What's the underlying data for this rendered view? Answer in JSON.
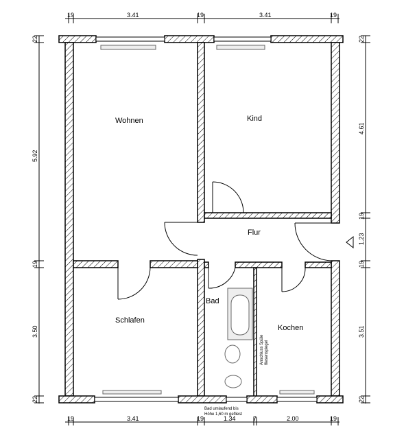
{
  "rooms": {
    "wohnen": "Wohnen",
    "kind": "Kind",
    "flur": "Flur",
    "bad": "Bad",
    "schlafen": "Schlafen",
    "kochen": "Kochen"
  },
  "notes": {
    "bad_line1": "Bad umlaufend bis",
    "bad_line2": "Höhe 1,60 m gefliest",
    "kitchen_line1": "Anschluss Spüle",
    "kitchen_line2": "fliesenspiegel"
  },
  "dimensions": {
    "top": [
      "19",
      "3.41",
      "19",
      "3.41",
      "19"
    ],
    "bottom": [
      "19",
      "3.41",
      "19",
      "1.34",
      "7",
      "2.00",
      "19"
    ],
    "left": [
      "22",
      "5.92",
      "19",
      "3.50",
      "22"
    ],
    "right": [
      "22",
      "4.61",
      "19",
      "1.23",
      "19",
      "3.51",
      "22"
    ]
  }
}
